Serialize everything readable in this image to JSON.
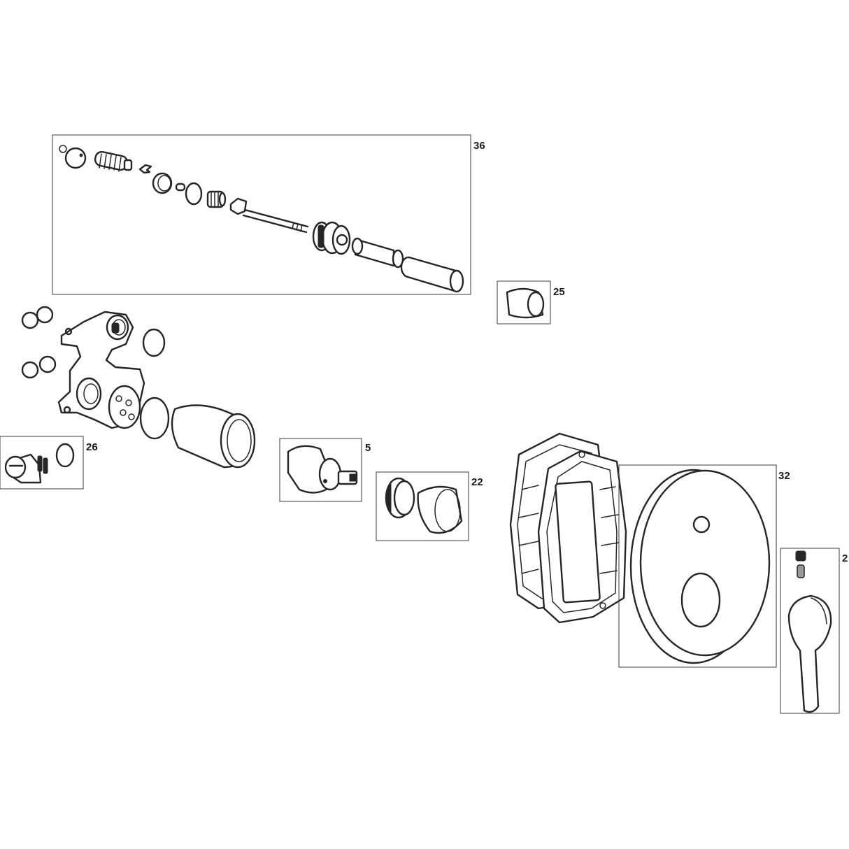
{
  "parts": [
    {
      "id": "p36",
      "label": "36"
    },
    {
      "id": "p25",
      "label": "25"
    },
    {
      "id": "p26",
      "label": "26"
    },
    {
      "id": "p5",
      "label": "5"
    },
    {
      "id": "p22",
      "label": "22"
    },
    {
      "id": "p32",
      "label": "32"
    },
    {
      "id": "p2",
      "label": "2"
    }
  ]
}
